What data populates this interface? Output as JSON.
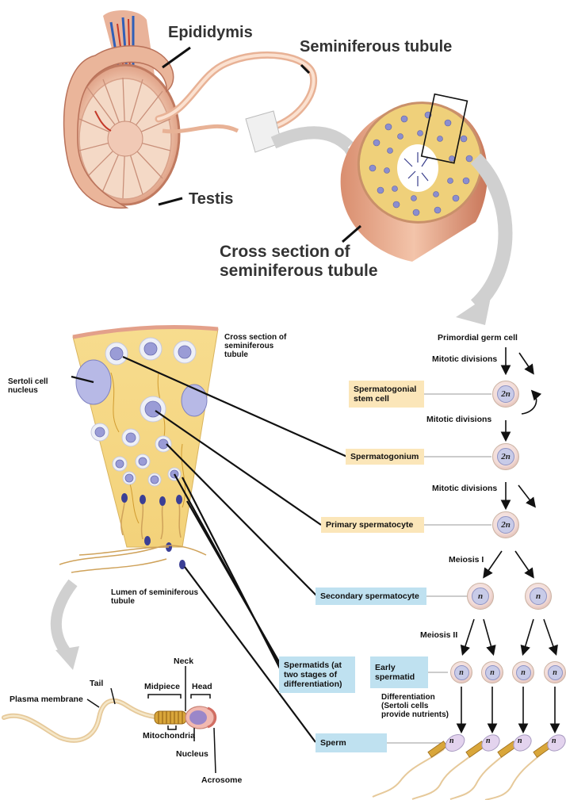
{
  "colors": {
    "tan_box": "#fbe6b9",
    "blue_box": "#bfe1f0",
    "tissue": "#f5d98b",
    "nucleus": "#8a8fd0",
    "skin": "#e9b7a3"
  },
  "top_labels": {
    "epididymis": "Epididymis",
    "seminiferous_tubule": "Seminiferous tubule",
    "testis": "Testis",
    "cross_section": "Cross section of seminiferous tubule"
  },
  "detail_labels": {
    "cross_section_small": "Cross section of seminiferous tubule",
    "sertoli_nucleus": "Sertoli cell nucleus",
    "lumen": "Lumen of seminiferous tubule"
  },
  "sperm_labels": {
    "neck": "Neck",
    "tail": "Tail",
    "midpiece": "Midpiece",
    "head": "Head",
    "plasma_membrane": "Plasma membrane",
    "mitochondria": "Mitochondria",
    "nucleus": "Nucleus",
    "acrosome": "Acrosome"
  },
  "flow": {
    "primordial": "Primordial germ cell",
    "mitotic1": "Mitotic divisions",
    "mitotic2": "Mitotic divisions",
    "mitotic3": "Mitotic divisions",
    "meiosis1": "Meiosis I",
    "meiosis2": "Meiosis II",
    "differentiation": "Differentiation (Sertoli cells provide nutrients)"
  },
  "stage_boxes": {
    "stem": "Spermatogonial stem cell",
    "spermatogonium": "Spermatogonium",
    "primary": "Primary spermatocyte",
    "secondary": "Secondary spermatocyte",
    "spermatids": "Spermatids (at two stages of differentiation)",
    "early_spermatid": "Early spermatid",
    "sperm": "Sperm"
  },
  "ploidy": {
    "diploid": "2n",
    "haploid": "n"
  }
}
